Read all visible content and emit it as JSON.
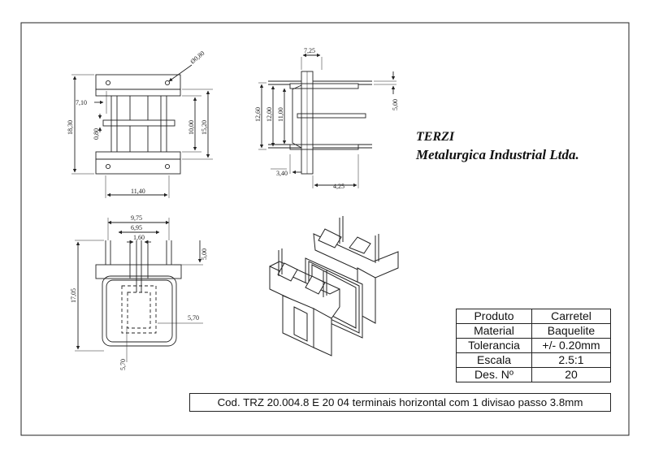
{
  "company": {
    "name": "TERZI",
    "full_name": "Metalurgica Industrial Ltda."
  },
  "title_block": {
    "rows": [
      {
        "label": "Produto",
        "value": "Carretel"
      },
      {
        "label": "Material",
        "value": "Baquelite"
      },
      {
        "label": "Tolerancia",
        "value": "+/-  0.20mm"
      },
      {
        "label": "Escala",
        "value": "2.5:1"
      },
      {
        "label": "Des. Nº",
        "value": "20"
      }
    ]
  },
  "code_line": "Cod. TRZ 20.004.8   E 20 04 terminais horizontal com 1 divisao passo 3.8mm",
  "dimensions": {
    "front_view": {
      "pin_diameter": "Ø0,80",
      "overall_height": "18,30",
      "flange_offset": "7,10",
      "divider_thickness": "0,80",
      "inner_height": "10,00",
      "window_height": "15,20",
      "overall_width": "11,40"
    },
    "side_view": {
      "top_width": "7,25",
      "pin_length": "5,00",
      "height_a": "12,60",
      "height_b": "12,00",
      "height_c": "11,00",
      "pin_offset": "3,40",
      "base_width": "4,25"
    },
    "top_view": {
      "outer_width": "9,75",
      "middle_width": "6,95",
      "slot_width": "1,60",
      "pin_height": "5,00",
      "overall_height": "17,05",
      "inner_width": "5,70",
      "inner_height": "5,70"
    }
  }
}
